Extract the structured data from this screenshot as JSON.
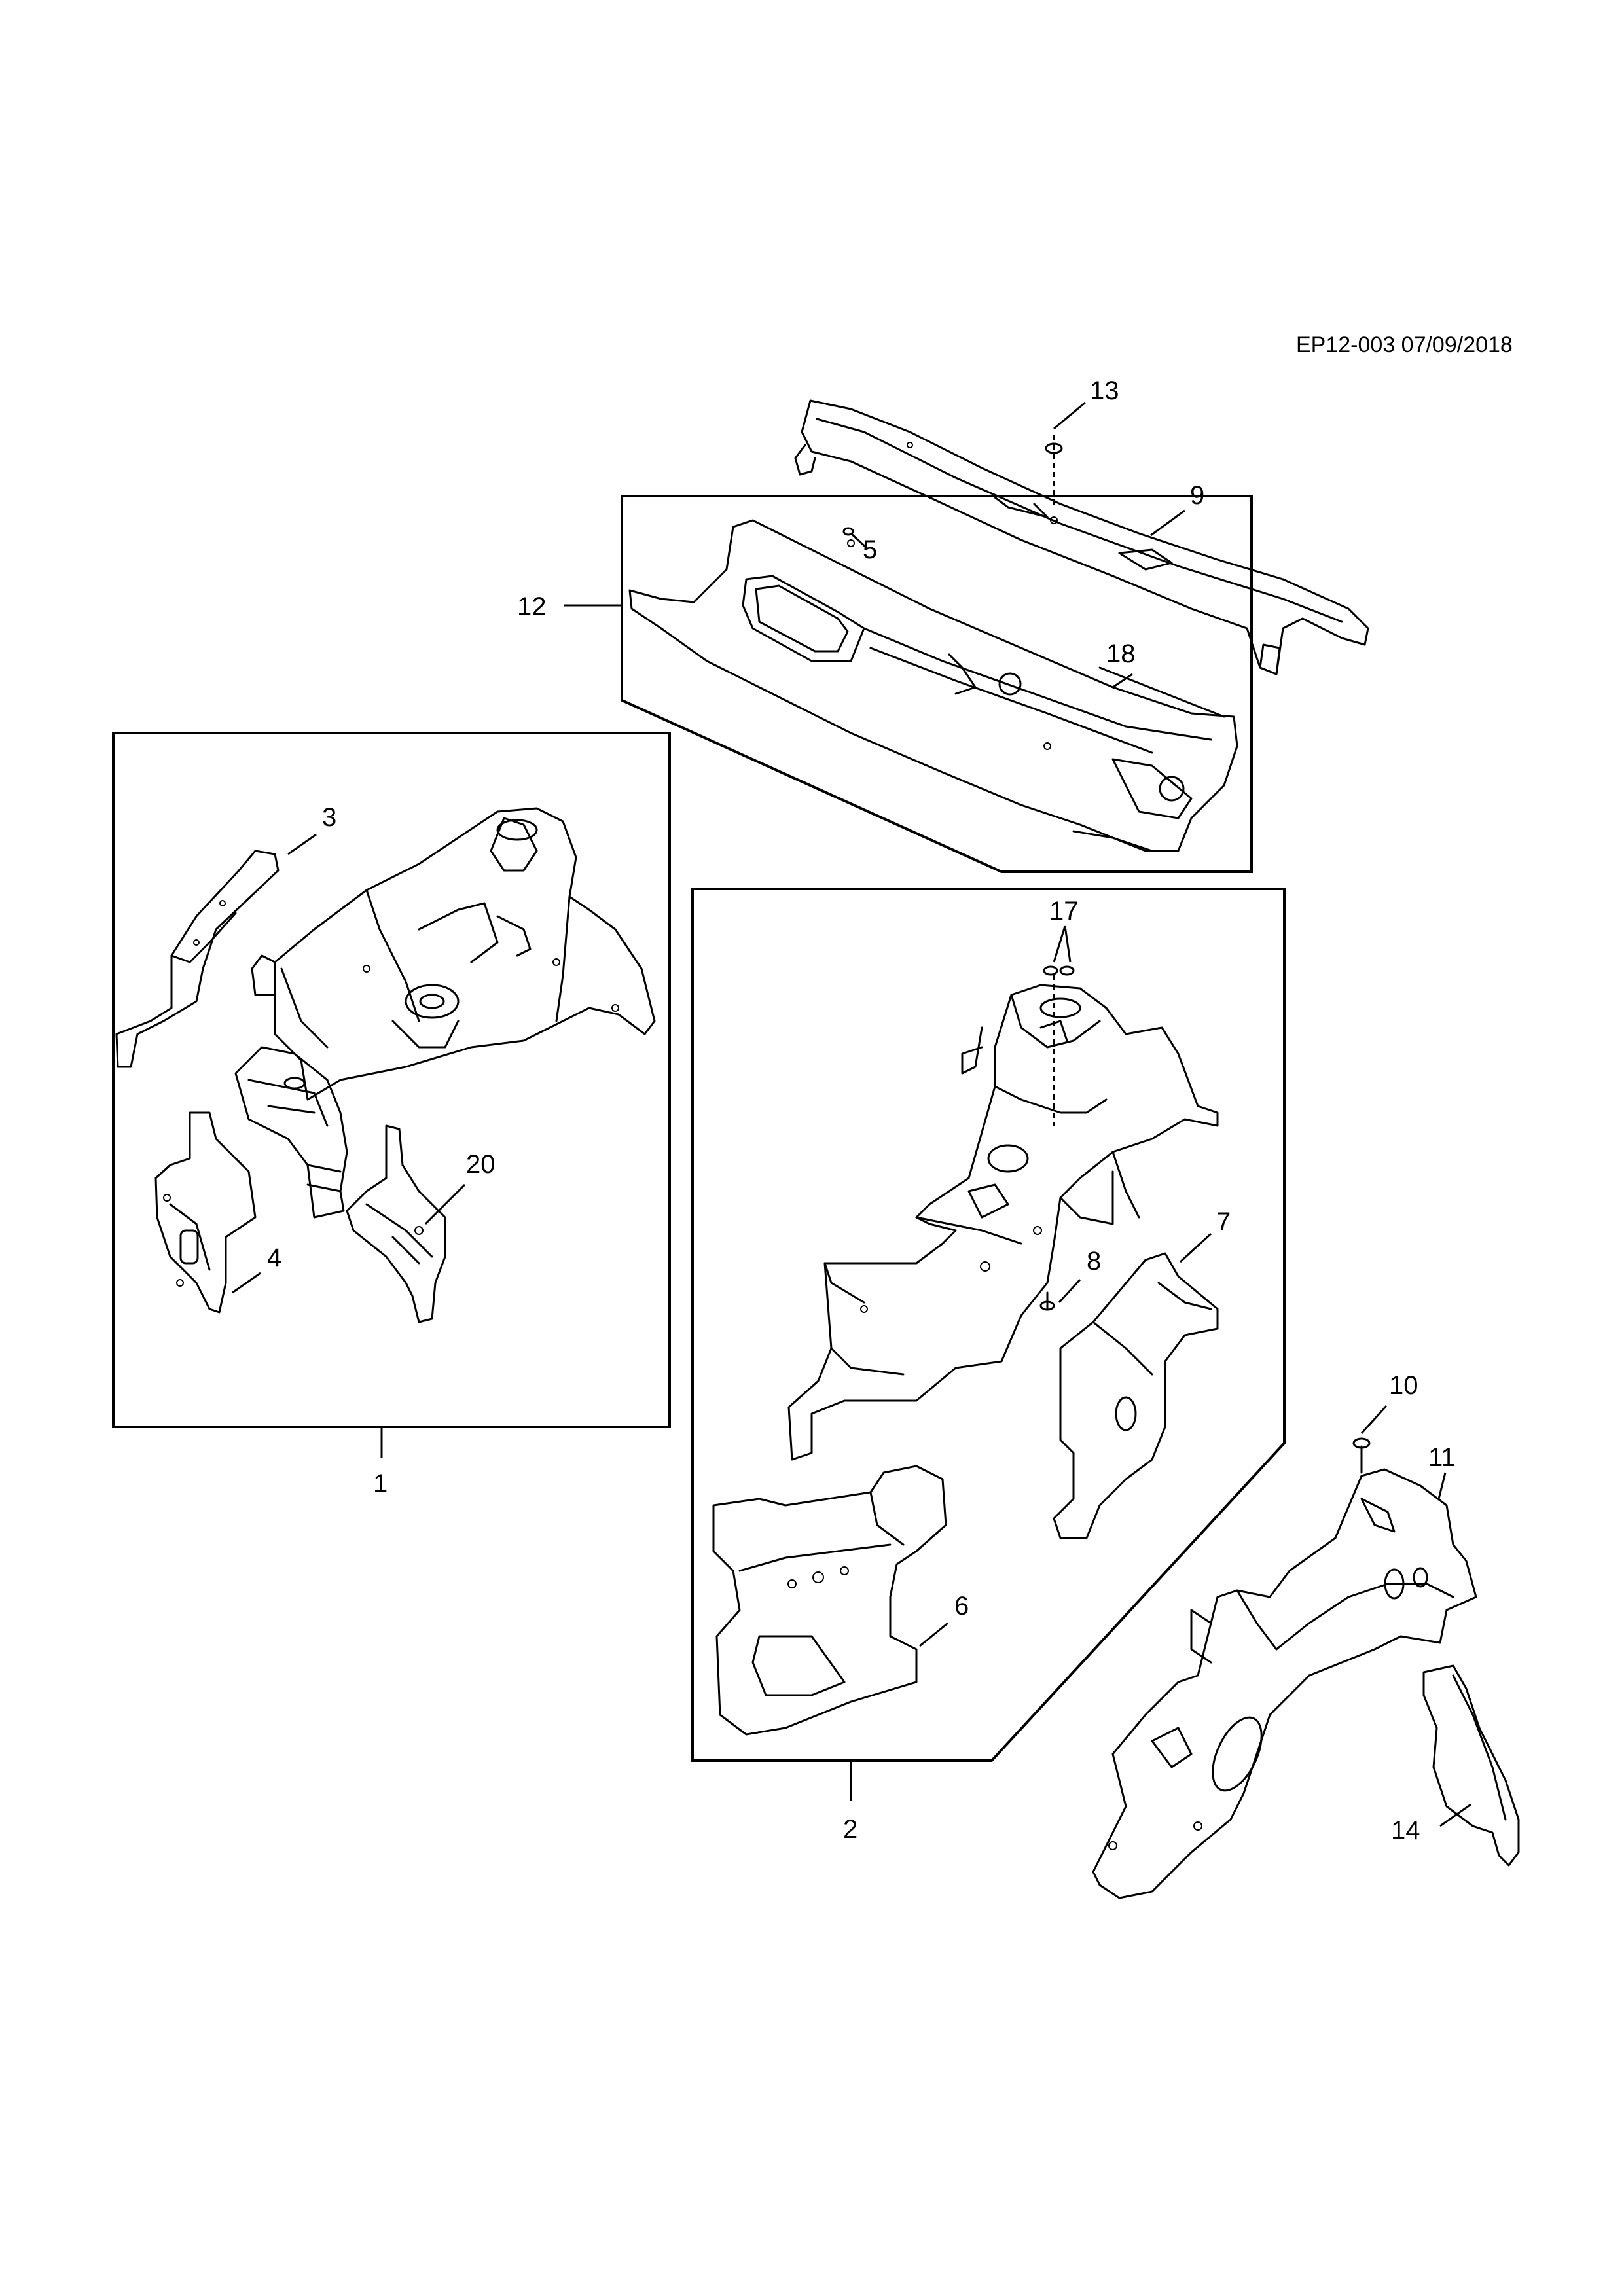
{
  "document": {
    "code": "EP12-003 07/09/2018"
  },
  "callouts": [
    {
      "id": "1",
      "text": "1"
    },
    {
      "id": "2",
      "text": "2"
    },
    {
      "id": "3",
      "text": "3"
    },
    {
      "id": "4",
      "text": "4"
    },
    {
      "id": "5",
      "text": "5"
    },
    {
      "id": "6",
      "text": "6"
    },
    {
      "id": "7",
      "text": "7"
    },
    {
      "id": "8",
      "text": "8"
    },
    {
      "id": "9",
      "text": "9"
    },
    {
      "id": "10",
      "text": "10"
    },
    {
      "id": "11",
      "text": "11"
    },
    {
      "id": "12",
      "text": "12"
    },
    {
      "id": "13",
      "text": "13"
    },
    {
      "id": "14",
      "text": "14"
    },
    {
      "id": "17",
      "text": "17"
    },
    {
      "id": "18",
      "text": "18"
    },
    {
      "id": "20",
      "text": "20"
    }
  ],
  "colors": {
    "line": "#000000",
    "background": "#ffffff"
  }
}
